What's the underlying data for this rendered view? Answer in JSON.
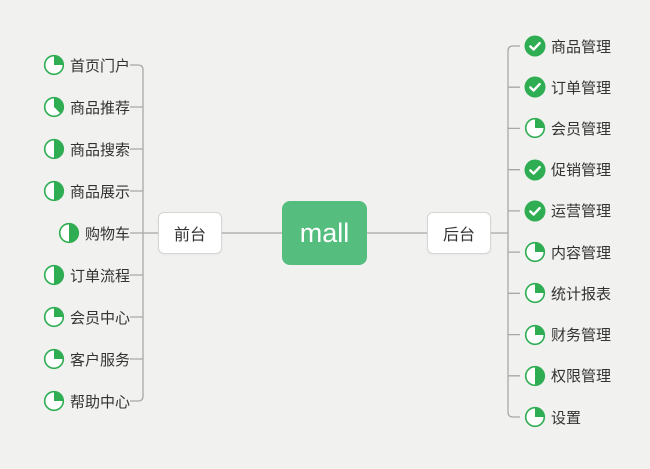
{
  "root": {
    "label": "mall"
  },
  "branches": [
    {
      "side": "left",
      "label": "前台",
      "items": [
        {
          "label": "首页门户",
          "progress": "quarter"
        },
        {
          "label": "商品推荐",
          "progress": "three-eighths"
        },
        {
          "label": "商品搜索",
          "progress": "half"
        },
        {
          "label": "商品展示",
          "progress": "half"
        },
        {
          "label": "购物车",
          "progress": "half"
        },
        {
          "label": "订单流程",
          "progress": "half"
        },
        {
          "label": "会员中心",
          "progress": "quarter"
        },
        {
          "label": "客户服务",
          "progress": "quarter"
        },
        {
          "label": "帮助中心",
          "progress": "quarter"
        }
      ]
    },
    {
      "side": "right",
      "label": "后台",
      "items": [
        {
          "label": "商品管理",
          "progress": "done"
        },
        {
          "label": "订单管理",
          "progress": "done"
        },
        {
          "label": "会员管理",
          "progress": "quarter"
        },
        {
          "label": "促销管理",
          "progress": "done"
        },
        {
          "label": "运营管理",
          "progress": "done"
        },
        {
          "label": "内容管理",
          "progress": "quarter"
        },
        {
          "label": "统计报表",
          "progress": "quarter"
        },
        {
          "label": "财务管理",
          "progress": "quarter"
        },
        {
          "label": "权限管理",
          "progress": "half"
        },
        {
          "label": "设置",
          "progress": "quarter"
        }
      ]
    }
  ],
  "colors": {
    "background": "#f1f1ef",
    "root_green": "#55bd7d",
    "root_text": "#ffffff",
    "icon_green": "#2fad52",
    "connector_gray": "#a8a8a8",
    "node_border": "#d5d5d5",
    "node_background": "#ffffff",
    "text_dark": "#333333"
  }
}
